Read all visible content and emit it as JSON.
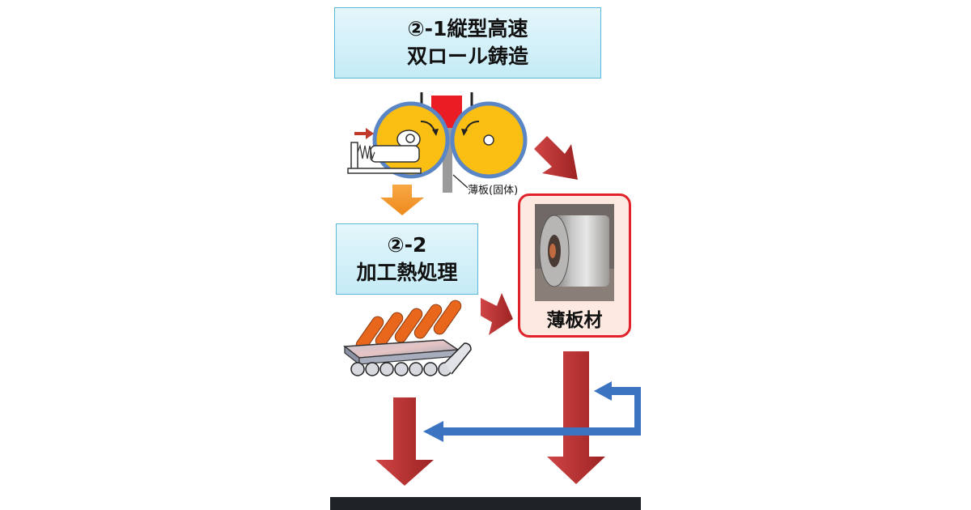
{
  "diagram": {
    "title_line1": "②-1縦型高速",
    "title_line2": "双ロール鋳造",
    "strip_label": "薄板(固体)",
    "process2_line1": "②-2",
    "process2_line2": "加工熱処理",
    "product_label": "薄板材"
  },
  "colors": {
    "box_fill": "#c5ebf6",
    "box_border": "#5bb8d6",
    "roll_fill": "#fbbf14",
    "roll_border": "#5b86c5",
    "red_arrow": "#b62c2c",
    "orange_arrow": "#f39a2e",
    "blue_line": "#3d74c1",
    "highlight_border": "#e2222a"
  }
}
